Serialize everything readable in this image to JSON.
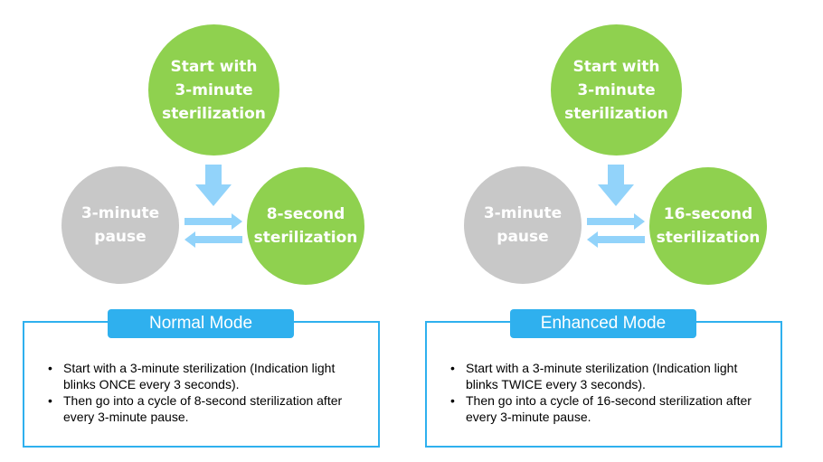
{
  "colors": {
    "green": "#8fd14f",
    "gray": "#c8c8c8",
    "arrow": "#92d3fa",
    "accent": "#2fb0ee"
  },
  "panels": [
    {
      "start_label": "Start with\n3-minute\nsterilization",
      "pause_label": "3-minute\npause",
      "cycle_label": "8-second\nsterilization",
      "mode_title": "Normal Mode",
      "bullets": [
        "Start with a 3-minute sterilization (Indication light blinks ONCE every 3 seconds).",
        "Then go into a cycle of 8-second sterilization after every 3-minute pause."
      ]
    },
    {
      "start_label": "Start with\n3-minute\nsterilization",
      "pause_label": "3-minute\npause",
      "cycle_label": "16-second\nsterilization",
      "mode_title": "Enhanced Mode",
      "bullets": [
        "Start with a 3-minute sterilization (Indication light blinks TWICE every 3 seconds).",
        "Then go into a cycle of 16-second sterilization after every 3-minute pause."
      ]
    }
  ]
}
